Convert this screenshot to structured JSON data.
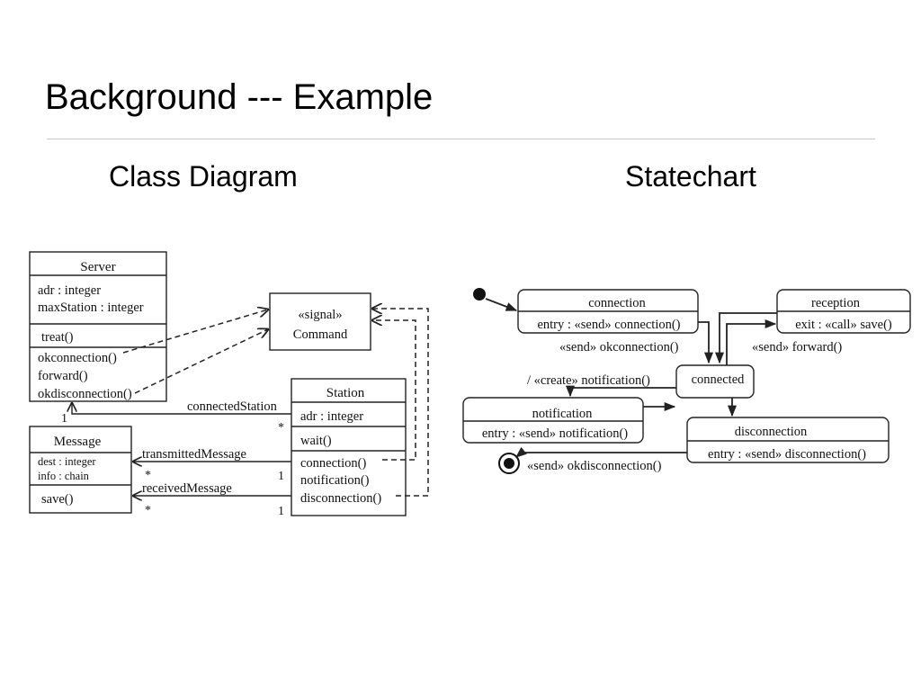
{
  "slide": {
    "title": "Background --- Example",
    "left_heading": "Class Diagram",
    "right_heading": "Statechart"
  },
  "class_diagram": {
    "server": {
      "name": "Server",
      "attributes": [
        "adr : integer",
        "maxStation : integer"
      ],
      "operations": [
        "treat()"
      ],
      "signals": [
        "okconnection()",
        "forward()",
        "okdisconnection()"
      ]
    },
    "command": {
      "stereotype": "«signal»",
      "name": "Command"
    },
    "station": {
      "name": "Station",
      "attributes": [
        "adr : integer"
      ],
      "operations": [
        "wait()"
      ],
      "signals": [
        "connection()",
        "notification()",
        "disconnection()"
      ]
    },
    "message": {
      "name": "Message",
      "attributes": [
        "dest : integer",
        "info : chain"
      ],
      "operations": [
        "save()"
      ]
    },
    "associations": {
      "connected_station": {
        "label": "connectedStation",
        "mult_server": "1",
        "mult_station": "*"
      },
      "transmitted_message": {
        "label": "transmittedMessage",
        "mult_message": "*",
        "mult_station": "1"
      },
      "received_message": {
        "label": "receivedMessage",
        "mult_message": "*",
        "mult_station": "1"
      }
    }
  },
  "statechart": {
    "connection": {
      "name": "connection",
      "action": "entry : «send» connection()"
    },
    "reception": {
      "name": "reception",
      "action": "exit : «call» save()"
    },
    "connected": {
      "name": "connected"
    },
    "notification": {
      "name": "notification",
      "action": "entry : «send» notification()"
    },
    "disconnection": {
      "name": "disconnection",
      "action": "entry : «send» disconnection()"
    },
    "transitions": {
      "okconnection": "«send» okconnection()",
      "forward": "«send» forward()",
      "create_notification": "/ «create» notification()",
      "okdisconnection": "«send» okdisconnection()"
    }
  }
}
